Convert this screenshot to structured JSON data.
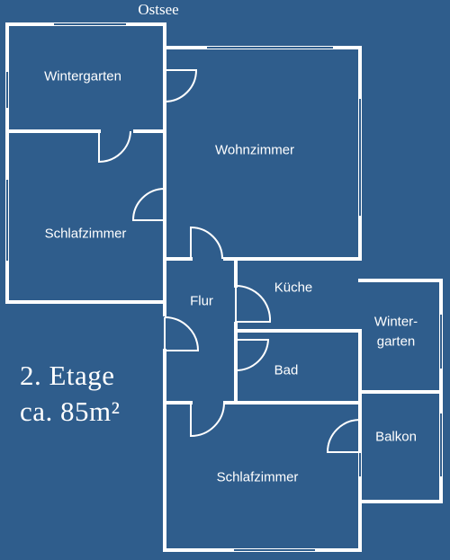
{
  "compass_label": "Ostsee",
  "floor": {
    "level": "2. Etage",
    "area": "ca. 85m²"
  },
  "rooms": [
    {
      "key": "wintergarten_top",
      "label": "Wintergarten"
    },
    {
      "key": "schlafzimmer_left",
      "label": "Schlafzimmer"
    },
    {
      "key": "wohnzimmer",
      "label": "Wohnzimmer"
    },
    {
      "key": "flur",
      "label": "Flur"
    },
    {
      "key": "kueche",
      "label": "Küche"
    },
    {
      "key": "wintergarten_right_line1",
      "label": "Winter-"
    },
    {
      "key": "wintergarten_right_line2",
      "label": "garten"
    },
    {
      "key": "bad",
      "label": "Bad"
    },
    {
      "key": "balkon",
      "label": "Balkon"
    },
    {
      "key": "schlafzimmer_bottom",
      "label": "Schlafzimmer"
    }
  ],
  "colors": {
    "background": "#2f5d8c",
    "walls": "#ffffff"
  }
}
